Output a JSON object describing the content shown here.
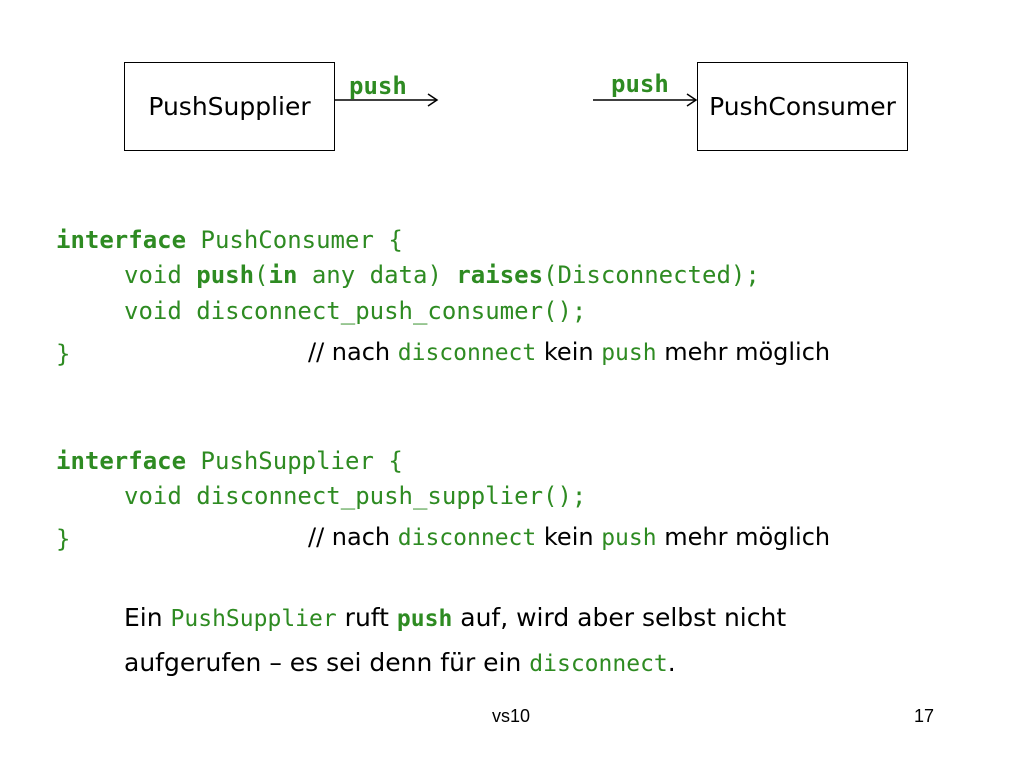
{
  "diagram": {
    "supplier_box": "PushSupplier",
    "consumer_box": "PushConsumer",
    "arrow_label_1": "push",
    "arrow_label_2": "push"
  },
  "consumer_interface": {
    "kw_interface": "interface",
    "name": "PushConsumer",
    "open": "{",
    "line1": {
      "void": "void",
      "push": "push",
      "paren_open": "(",
      "in": "in",
      "args": "any data)",
      "raises": "raises",
      "rest": "(Disconnected);"
    },
    "line2": "void disconnect_push_consumer();",
    "close": "}",
    "comment": {
      "part1": "// nach ",
      "code1": "disconnect",
      "part2": " kein ",
      "code2": "push",
      "part3": " mehr möglich"
    }
  },
  "supplier_interface": {
    "kw_interface": "interface",
    "name": "PushSupplier",
    "open": "{",
    "line1": "void disconnect_push_supplier();",
    "close": "}",
    "comment": {
      "part1": "// nach ",
      "code1": "disconnect",
      "part2": " kein ",
      "code2": "push",
      "part3": " mehr möglich"
    }
  },
  "paragraph": {
    "l1_a": "Ein ",
    "l1_code1": "PushSupplier",
    "l1_b": " ruft ",
    "l1_code2": "push",
    "l1_c": " auf, wird aber selbst nicht",
    "l2_a": "aufgerufen – es sei denn für ein ",
    "l2_code": "disconnect",
    "l2_b": "."
  },
  "footer": {
    "center": "vs10",
    "page": "17"
  }
}
